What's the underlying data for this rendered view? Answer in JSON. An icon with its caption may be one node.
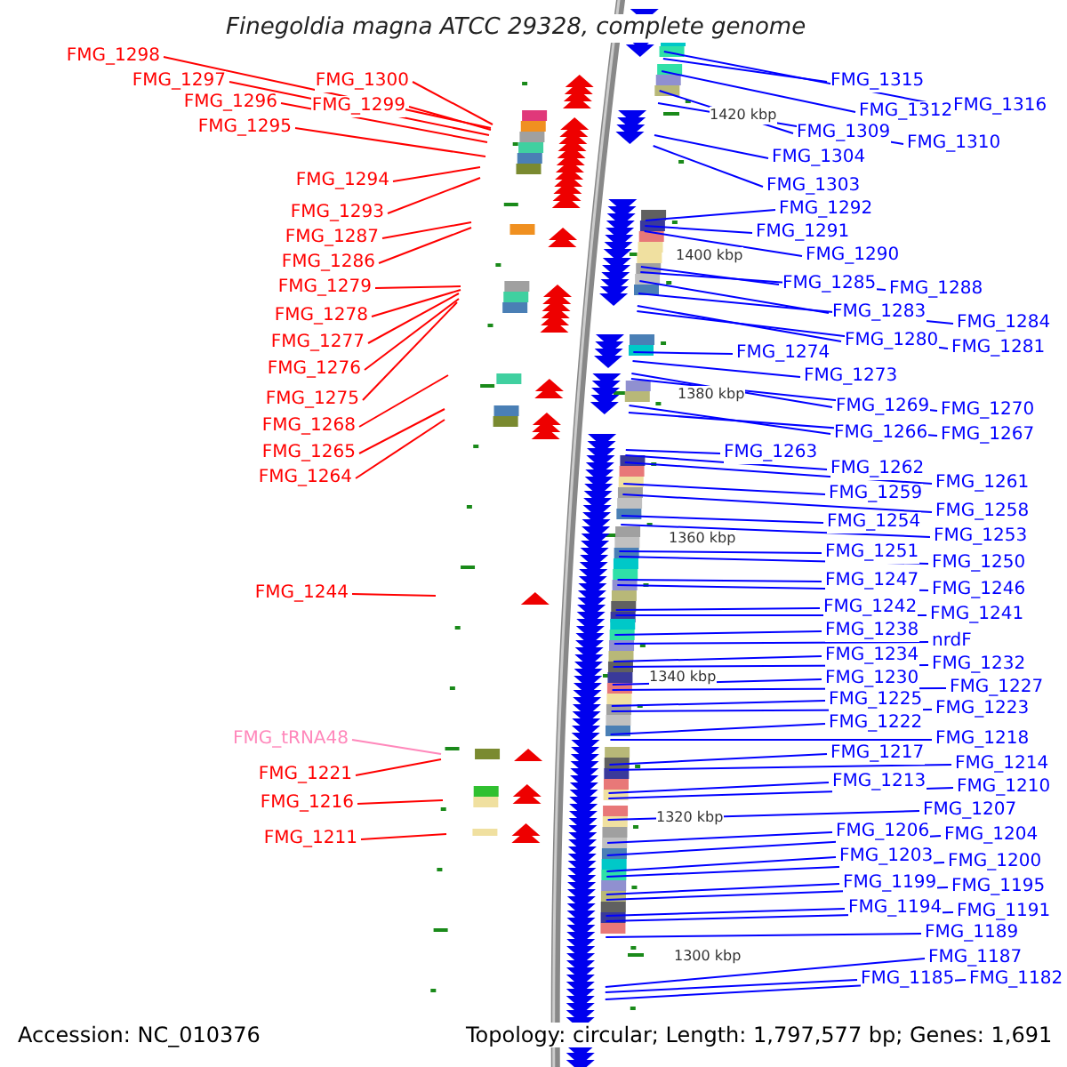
{
  "diagram": {
    "title": "Finegoldia magna ATCC 29328, complete genome",
    "nodes": [
      {
        "text": [
          "FMG_1298"
        ]
      },
      {
        "text": [
          "FMG_1297"
        ]
      },
      {
        "text": [
          "FMG_1300"
        ]
      },
      {
        "text": [
          "FMG_1299"
        ]
      },
      {
        "text": [
          "FMG_1296"
        ]
      },
      {
        "text": [
          "FMG_1295"
        ]
      },
      {
        "text": [
          "FMG_1294"
        ]
      },
      {
        "text": [
          "FMG_1293"
        ]
      },
      {
        "text": [
          "FMG_1287"
        ]
      },
      {
        "text": [
          "FMG_1286"
        ]
      },
      {
        "text": [
          "FMG_1279"
        ]
      },
      {
        "text": [
          "FMG_1278"
        ]
      },
      {
        "text": [
          "FMG_1277"
        ]
      },
      {
        "text": [
          "FMG_1276"
        ]
      },
      {
        "text": [
          "FMG_1275"
        ]
      },
      {
        "text": [
          "FMG_1268"
        ]
      },
      {
        "text": [
          "FMG_1265"
        ]
      },
      {
        "text": [
          "FMG_1264"
        ]
      },
      {
        "text": [
          "FMG_1244"
        ]
      },
      {
        "text": [
          "FMG_tRNA48"
        ]
      },
      {
        "text": [
          "FMG_1221"
        ]
      },
      {
        "text": [
          "FMG_1216"
        ]
      },
      {
        "text": [
          "FMG_1211"
        ]
      },
      {
        "text": [
          "FMG_1315"
        ]
      },
      {
        "text": [
          "FMG_1312"
        ]
      },
      {
        "text": [
          "FMG_1316"
        ]
      },
      {
        "text": [
          "FMG_1309"
        ]
      },
      {
        "text": [
          "FMG_1310"
        ]
      },
      {
        "text": [
          "FMG_1304"
        ]
      },
      {
        "text": [
          "FMG_1303"
        ]
      },
      {
        "text": [
          "FMG_1292"
        ]
      },
      {
        "text": [
          "FMG_1291"
        ]
      },
      {
        "text": [
          "FMG_1290"
        ]
      },
      {
        "text": [
          "FMG_1285"
        ]
      },
      {
        "text": [
          "FMG_1288"
        ]
      },
      {
        "text": [
          "FMG_1283"
        ]
      },
      {
        "text": [
          "FMG_1284"
        ]
      },
      {
        "text": [
          "FMG_1280"
        ]
      },
      {
        "text": [
          "FMG_1281"
        ]
      },
      {
        "text": [
          "FMG_1274"
        ]
      },
      {
        "text": [
          "FMG_1273"
        ]
      },
      {
        "text": [
          "FMG_1269"
        ]
      },
      {
        "text": [
          "FMG_1270"
        ]
      },
      {
        "text": [
          "FMG_1266"
        ]
      },
      {
        "text": [
          "FMG_1267"
        ]
      },
      {
        "text": [
          "FMG_1263"
        ]
      },
      {
        "text": [
          "FMG_1262"
        ]
      },
      {
        "text": [
          "FMG_1261"
        ]
      },
      {
        "text": [
          "FMG_1259"
        ]
      },
      {
        "text": [
          "FMG_1258"
        ]
      },
      {
        "text": [
          "FMG_1254"
        ]
      },
      {
        "text": [
          "FMG_1253"
        ]
      },
      {
        "text": [
          "FMG_1251"
        ]
      },
      {
        "text": [
          "FMG_1250"
        ]
      },
      {
        "text": [
          "FMG_1247"
        ]
      },
      {
        "text": [
          "FMG_1246"
        ]
      },
      {
        "text": [
          "FMG_1242"
        ]
      },
      {
        "text": [
          "FMG_1241"
        ]
      },
      {
        "text": [
          "FMG_1238"
        ]
      },
      {
        "text": [
          "nrdF"
        ]
      },
      {
        "text": [
          "FMG_1234"
        ]
      },
      {
        "text": [
          "FMG_1232"
        ]
      },
      {
        "text": [
          "FMG_1230"
        ]
      },
      {
        "text": [
          "FMG_1227"
        ]
      },
      {
        "text": [
          "FMG_1225"
        ]
      },
      {
        "text": [
          "FMG_1223"
        ]
      },
      {
        "text": [
          "FMG_1222"
        ]
      },
      {
        "text": [
          "FMG_1218"
        ]
      },
      {
        "text": [
          "FMG_1217"
        ]
      },
      {
        "text": [
          "FMG_1214"
        ]
      },
      {
        "text": [
          "FMG_1213"
        ]
      },
      {
        "text": [
          "FMG_1210"
        ]
      },
      {
        "text": [
          "FMG_1207"
        ]
      },
      {
        "text": [
          "FMG_1206"
        ]
      },
      {
        "text": [
          "FMG_1204"
        ]
      },
      {
        "text": [
          "FMG_1203"
        ]
      },
      {
        "text": [
          "FMG_1200"
        ]
      },
      {
        "text": [
          "FMG_1199"
        ]
      },
      {
        "text": [
          "FMG_1195"
        ]
      },
      {
        "text": [
          "FMG_1194"
        ]
      },
      {
        "text": [
          "FMG_1191"
        ]
      },
      {
        "text": [
          "FMG_1189"
        ]
      },
      {
        "text": [
          "FMG_1187"
        ]
      },
      {
        "text": [
          "FMG_1185"
        ]
      },
      {
        "text": [
          "FMG_1182"
        ]
      }
    ],
    "edges": [
      {
        "from": 0,
        "to": null,
        "arrow": "none",
        "color": "#ff0000"
      },
      {
        "from": 1,
        "to": null,
        "arrow": "none",
        "color": "#ff0000"
      },
      {
        "from": 2,
        "to": null,
        "arrow": "none",
        "color": "#ff0000"
      },
      {
        "from": 3,
        "to": null,
        "arrow": "none",
        "color": "#ff0000"
      },
      {
        "from": 4,
        "to": null,
        "arrow": "none",
        "color": "#ff0000"
      },
      {
        "from": 5,
        "to": null,
        "arrow": "none",
        "color": "#ff0000"
      },
      {
        "from": 6,
        "to": null,
        "arrow": "none",
        "color": "#ff0000"
      },
      {
        "from": 7,
        "to": null,
        "arrow": "none",
        "color": "#ff0000"
      },
      {
        "from": 8,
        "to": null,
        "arrow": "none",
        "color": "#ff0000"
      },
      {
        "from": 9,
        "to": null,
        "arrow": "none",
        "color": "#ff0000"
      },
      {
        "from": 10,
        "to": null,
        "arrow": "none",
        "color": "#ff0000"
      },
      {
        "from": 11,
        "to": null,
        "arrow": "none",
        "color": "#ff0000"
      },
      {
        "from": 12,
        "to": null,
        "arrow": "none",
        "color": "#ff0000"
      },
      {
        "from": 13,
        "to": null,
        "arrow": "none",
        "color": "#ff0000"
      },
      {
        "from": 14,
        "to": null,
        "arrow": "none",
        "color": "#ff0000"
      },
      {
        "from": 15,
        "to": null,
        "arrow": "none",
        "color": "#ff0000"
      },
      {
        "from": 16,
        "to": null,
        "arrow": "none",
        "color": "#ff0000"
      },
      {
        "from": 17,
        "to": null,
        "arrow": "none",
        "color": "#ff0000"
      },
      {
        "from": 18,
        "to": null,
        "arrow": "none",
        "color": "#ff0000"
      },
      {
        "from": 19,
        "to": null,
        "arrow": "none",
        "color": "#ff88bb"
      },
      {
        "from": 20,
        "to": null,
        "arrow": "none",
        "color": "#ff0000"
      },
      {
        "from": 21,
        "to": null,
        "arrow": "none",
        "color": "#ff0000"
      },
      {
        "from": 22,
        "to": null,
        "arrow": "none",
        "color": "#ff0000"
      },
      {
        "from": 23,
        "to": null,
        "arrow": "none"
      },
      {
        "from": 24,
        "to": null,
        "arrow": "none"
      },
      {
        "from": 25,
        "to": null,
        "arrow": "none"
      },
      {
        "from": 26,
        "to": null,
        "arrow": "none"
      },
      {
        "from": 27,
        "to": null,
        "arrow": "none"
      },
      {
        "from": 28,
        "to": null,
        "arrow": "none"
      },
      {
        "from": 29,
        "to": null,
        "arrow": "none"
      },
      {
        "from": 30,
        "to": null,
        "arrow": "none"
      },
      {
        "from": 31,
        "to": null,
        "arrow": "none"
      },
      {
        "from": 32,
        "to": null,
        "arrow": "none"
      },
      {
        "from": 33,
        "to": null,
        "arrow": "none"
      },
      {
        "from": 34,
        "to": null,
        "arrow": "none"
      },
      {
        "from": 35,
        "to": null,
        "arrow": "none"
      },
      {
        "from": 36,
        "to": null,
        "arrow": "none"
      },
      {
        "from": 37,
        "to": null,
        "arrow": "none"
      },
      {
        "from": 38,
        "to": null,
        "arrow": "none"
      },
      {
        "from": 39,
        "to": null,
        "arrow": "none"
      },
      {
        "from": 40,
        "to": null,
        "arrow": "none"
      },
      {
        "from": 41,
        "to": null,
        "arrow": "none"
      },
      {
        "from": 42,
        "to": null,
        "arrow": "none"
      },
      {
        "from": 43,
        "to": null,
        "arrow": "none"
      },
      {
        "from": 44,
        "to": null,
        "arrow": "none"
      },
      {
        "from": 45,
        "to": null,
        "arrow": "none"
      },
      {
        "from": 46,
        "to": null,
        "arrow": "none"
      },
      {
        "from": 47,
        "to": null,
        "arrow": "none"
      },
      {
        "from": 48,
        "to": null,
        "arrow": "none"
      },
      {
        "from": 49,
        "to": null,
        "arrow": "none"
      },
      {
        "from": 50,
        "to": null,
        "arrow": "none"
      },
      {
        "from": 51,
        "to": null,
        "arrow": "none"
      },
      {
        "from": 52,
        "to": null,
        "arrow": "none"
      },
      {
        "from": 53,
        "to": null,
        "arrow": "none"
      },
      {
        "from": 54,
        "to": null,
        "arrow": "none"
      },
      {
        "from": 55,
        "to": null,
        "arrow": "none"
      },
      {
        "from": 56,
        "to": null,
        "arrow": "none"
      },
      {
        "from": 57,
        "to": null,
        "arrow": "none"
      },
      {
        "from": 58,
        "to": null,
        "arrow": "none"
      },
      {
        "from": 59,
        "to": null,
        "arrow": "none"
      },
      {
        "from": 60,
        "to": null,
        "arrow": "none"
      },
      {
        "from": 61,
        "to": null,
        "arrow": "none"
      },
      {
        "from": 62,
        "to": null,
        "arrow": "none"
      },
      {
        "from": 63,
        "to": null,
        "arrow": "none"
      },
      {
        "from": 64,
        "to": null,
        "arrow": "none"
      },
      {
        "from": 65,
        "to": null,
        "arrow": "none"
      },
      {
        "from": 66,
        "to": null,
        "arrow": "none"
      },
      {
        "from": 67,
        "to": null,
        "arrow": "none"
      },
      {
        "from": 68,
        "to": null,
        "arrow": "none"
      },
      {
        "from": 69,
        "to": null,
        "arrow": "none"
      },
      {
        "from": 70,
        "to": null,
        "arrow": "none"
      },
      {
        "from": 71,
        "to": null,
        "arrow": "none"
      },
      {
        "from": 72,
        "to": null,
        "arrow": "none"
      },
      {
        "from": 73,
        "to": null,
        "arrow": "none"
      },
      {
        "from": 74,
        "to": null,
        "arrow": "none"
      },
      {
        "from": 75,
        "to": null,
        "arrow": "none"
      },
      {
        "from": 76,
        "to": null,
        "arrow": "none"
      },
      {
        "from": 77,
        "to": null,
        "arrow": "none"
      },
      {
        "from": 78,
        "to": null,
        "arrow": "none"
      },
      {
        "from": 79,
        "to": null,
        "arrow": "none"
      },
      {
        "from": 80,
        "to": null,
        "arrow": "none"
      },
      {
        "from": 81,
        "to": null,
        "arrow": "none"
      },
      {
        "from": 82,
        "to": null,
        "arrow": "none"
      },
      {
        "from": 83,
        "to": null,
        "arrow": "none"
      },
      {
        "from": 84,
        "to": null,
        "arrow": "none"
      }
    ],
    "labels": [
      "1420 kbp",
      "1400 kbp",
      "1380 kbp",
      "1360 kbp",
      "1340 kbp",
      "1320 kbp",
      "1300 kbp",
      "Accession: NC_010376",
      "Topology: circular; Length: 1,797,577 bp; Genes: 1,691"
    ]
  }
}
